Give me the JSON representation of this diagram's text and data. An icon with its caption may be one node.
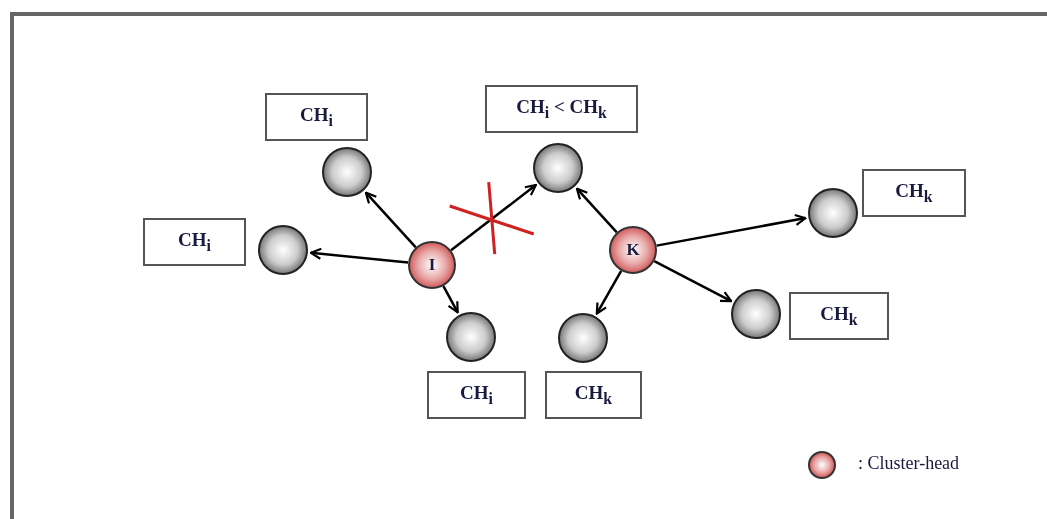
{
  "diagram": {
    "nodes": [
      {
        "text": [
          "CH$_{i}$"
        ]
      },
      {
        "text": [
          "CH$_{i}$ < CH$_{k}$"
        ]
      },
      {
        "text": [],
        "shape": "circle"
      },
      {
        "text": [],
        "shape": "circle"
      },
      {
        "text": [
          "CH$_{k}$"
        ]
      },
      {
        "text": [],
        "shape": "circle"
      },
      {
        "text": [
          "CH$_{i}$"
        ]
      },
      {
        "text": [],
        "shape": "circle"
      },
      {
        "text": [
          "I"
        ]
      },
      {
        "text": [
          "K"
        ]
      },
      {
        "text": [],
        "shape": "circle"
      },
      {
        "text": [
          "CH$_{k}$"
        ]
      },
      {
        "text": [],
        "shape": "circle"
      },
      {
        "text": [],
        "shape": "circle"
      },
      {
        "text": [
          "CH$_{i}$"
        ]
      },
      {
        "text": [
          "CH$_{k}$"
        ]
      }
    ],
    "edges": [
      {
        "from": 8,
        "to": 2,
        "arrow": "to"
      },
      {
        "from": 8,
        "to": 7,
        "arrow": "to"
      },
      {
        "from": 8,
        "to": 3,
        "arrow": "to"
      },
      {
        "from": 8,
        "to": 12,
        "arrow": "to"
      },
      {
        "from": 9,
        "to": 3,
        "arrow": "to"
      },
      {
        "from": 9,
        "to": 13,
        "arrow": "to"
      },
      {
        "from": 9,
        "to": 5,
        "arrow": "to"
      },
      {
        "from": 9,
        "to": 10,
        "arrow": "to"
      }
    ],
    "legend": [
      {
        "text": ": Cluster-head"
      }
    ]
  }
}
